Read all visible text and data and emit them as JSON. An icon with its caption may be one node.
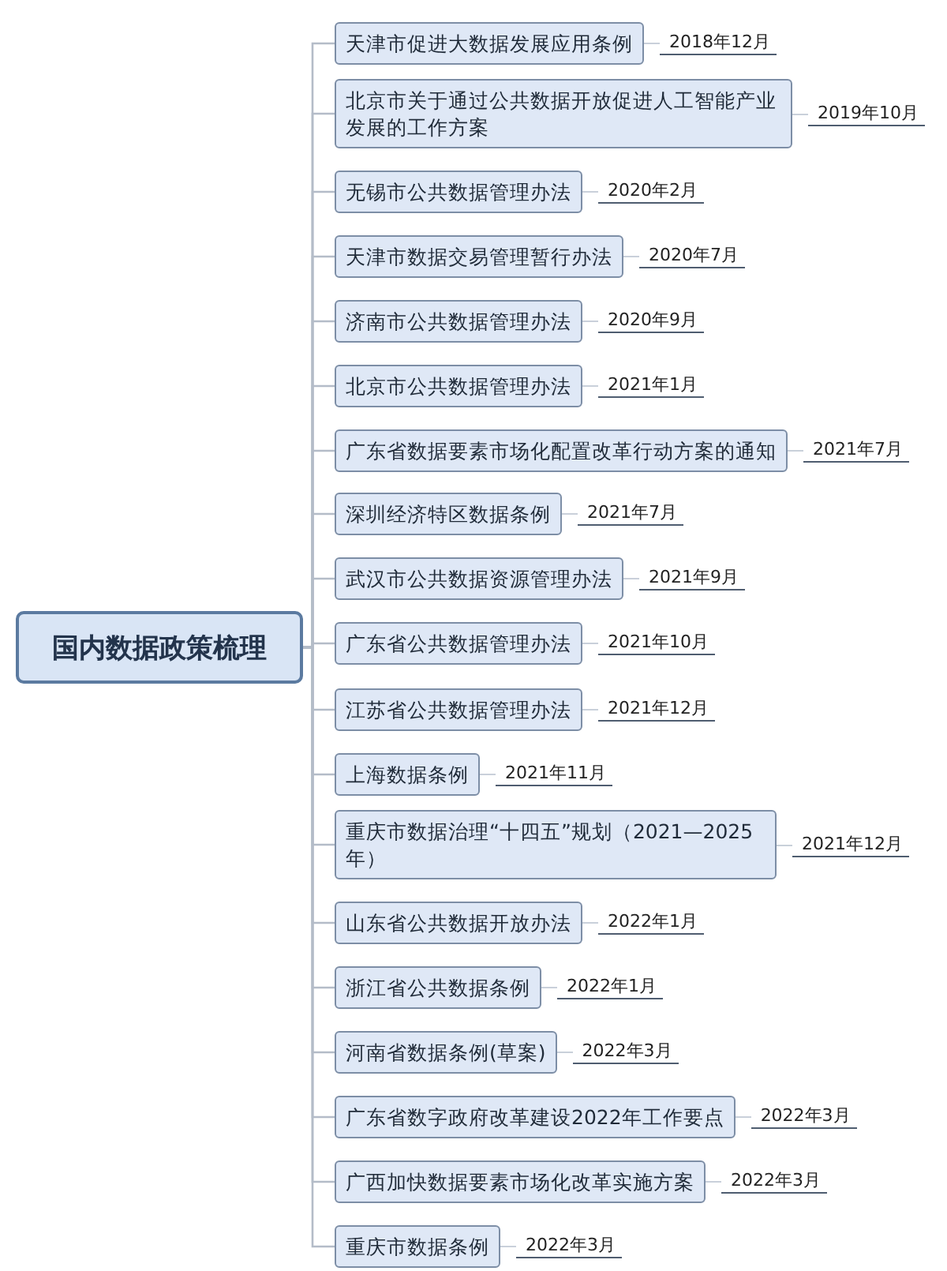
{
  "diagram": {
    "nodes": [
      {
        "text": [
          "国内数据政策梳理"
        ]
      },
      {
        "text": [
          "天津市促进大数据发展应用条例"
        ],
        "beside": [
          "2018年12月"
        ]
      },
      {
        "text": [
          "北京市关于通过公共数据开放促进人工智能产业发展的工作方案"
        ],
        "beside": [
          "2019年10月"
        ]
      },
      {
        "text": [
          "无锡市公共数据管理办法"
        ],
        "beside": [
          "2020年2月"
        ]
      },
      {
        "text": [
          "天津市数据交易管理暂行办法"
        ],
        "beside": [
          "2020年7月"
        ]
      },
      {
        "text": [
          "济南市公共数据管理办法"
        ],
        "beside": [
          "2020年9月"
        ]
      },
      {
        "text": [
          "北京市公共数据管理办法"
        ],
        "beside": [
          "2021年1月"
        ]
      },
      {
        "text": [
          "广东省数据要素市场化配置改革行动方案的通知"
        ],
        "beside": [
          "2021年7月"
        ]
      },
      {
        "text": [
          "深圳经济特区数据条例"
        ],
        "beside": [
          "2021年7月"
        ]
      },
      {
        "text": [
          "武汉市公共数据资源管理办法"
        ],
        "beside": [
          "2021年9月"
        ]
      },
      {
        "text": [
          "广东省公共数据管理办法"
        ],
        "beside": [
          "2021年10月"
        ]
      },
      {
        "text": [
          "江苏省公共数据管理办法"
        ],
        "beside": [
          "2021年12月"
        ]
      },
      {
        "text": [
          "上海数据条例"
        ],
        "beside": [
          "2021年11月"
        ]
      },
      {
        "text": [
          "重庆市数据治理“十四五”规划（2021—2025年）"
        ],
        "beside": [
          "2021年12月"
        ]
      },
      {
        "text": [
          "山东省公共数据开放办法"
        ],
        "beside": [
          "2022年1月"
        ]
      },
      {
        "text": [
          "浙江省公共数据条例"
        ],
        "beside": [
          "2022年1月"
        ]
      },
      {
        "text": [
          "河南省数据条例(草案)"
        ],
        "beside": [
          "2022年3月"
        ]
      },
      {
        "text": [
          "广东省数字政府改革建设2022年工作要点"
        ],
        "beside": [
          "2022年3月"
        ]
      },
      {
        "text": [
          "广西加快数据要素市场化改革实施方案"
        ],
        "beside": [
          "2022年3月"
        ]
      },
      {
        "text": [
          "重庆市数据条例"
        ],
        "beside": [
          "2022年3月"
        ]
      }
    ],
    "edges": [
      {
        "from": 0,
        "to": 1,
        "arrow": "none"
      },
      {
        "from": 0,
        "to": 2,
        "arrow": "none"
      },
      {
        "from": 0,
        "to": 3,
        "arrow": "none"
      },
      {
        "from": 0,
        "to": 4,
        "arrow": "none"
      },
      {
        "from": 0,
        "to": 5,
        "arrow": "none"
      },
      {
        "from": 0,
        "to": 6,
        "arrow": "none"
      },
      {
        "from": 0,
        "to": 7,
        "arrow": "none"
      },
      {
        "from": 0,
        "to": 8,
        "arrow": "none"
      },
      {
        "from": 0,
        "to": 9,
        "arrow": "none"
      },
      {
        "from": 0,
        "to": 10,
        "arrow": "none"
      },
      {
        "from": 0,
        "to": 11,
        "arrow": "none"
      },
      {
        "from": 0,
        "to": 12,
        "arrow": "none"
      },
      {
        "from": 0,
        "to": 13,
        "arrow": "none"
      },
      {
        "from": 0,
        "to": 14,
        "arrow": "none"
      },
      {
        "from": 0,
        "to": 15,
        "arrow": "none"
      },
      {
        "from": 0,
        "to": 16,
        "arrow": "none"
      },
      {
        "from": 0,
        "to": 17,
        "arrow": "none"
      },
      {
        "from": 0,
        "to": 18,
        "arrow": "none"
      },
      {
        "from": 0,
        "to": 19,
        "arrow": "none"
      }
    ]
  }
}
